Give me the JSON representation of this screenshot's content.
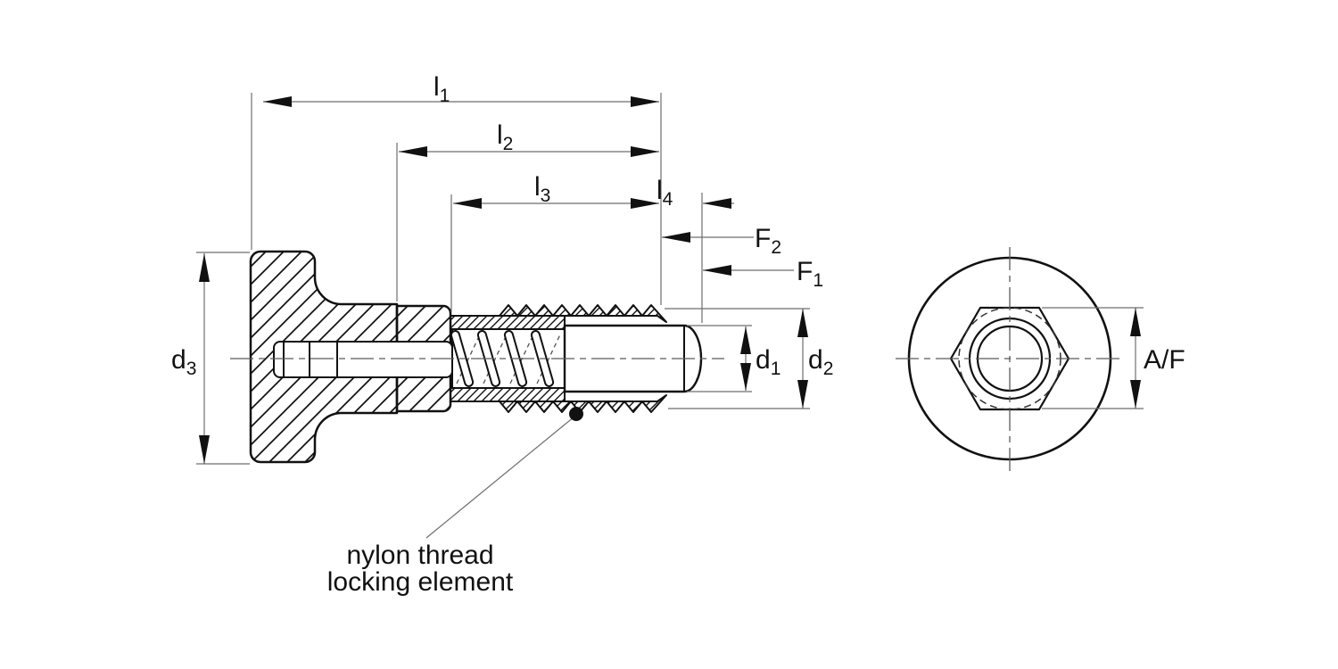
{
  "drawing": {
    "colors": {
      "line": "#111111",
      "dimension": "#6e6e6e",
      "background": "#ffffff"
    },
    "labels": {
      "l1": {
        "base": "l",
        "sub": "1"
      },
      "l2": {
        "base": "l",
        "sub": "2"
      },
      "l3": {
        "base": "l",
        "sub": "3"
      },
      "l4": {
        "base": "l",
        "sub": "4"
      },
      "F2": {
        "base": "F",
        "sub": "2"
      },
      "F1": {
        "base": "F",
        "sub": "1"
      },
      "d1": {
        "base": "d",
        "sub": "1"
      },
      "d2": {
        "base": "d",
        "sub": "2"
      },
      "d3": {
        "base": "d",
        "sub": "3"
      },
      "af": {
        "label": "A/F"
      }
    },
    "annotation": {
      "line1": "nylon thread",
      "line2": "locking element"
    }
  }
}
